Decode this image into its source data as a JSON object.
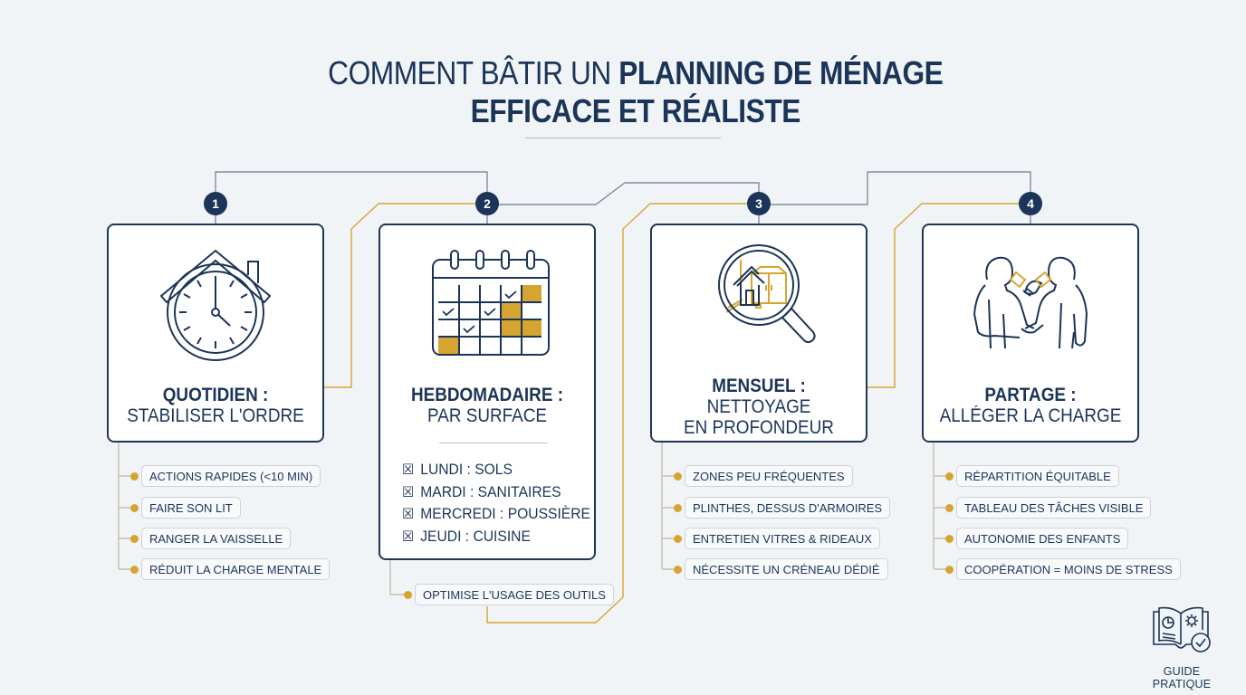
{
  "title": {
    "light": "COMMENT BÂTIR UN ",
    "bold_line1": "PLANNING DE MÉNAGE",
    "bold_line2": "EFFICACE ET RÉALISTE"
  },
  "colors": {
    "navy": "#1b3558",
    "gold": "#d6a531",
    "grey_wire": "#7f8ea0",
    "background": "#f1f4f7"
  },
  "steps": [
    {
      "number": "1",
      "icon": "house-clock-icon",
      "heading": "QUOTIDIEN :",
      "subheading": "STABILISER L'ORDRE",
      "items": [
        "ACTIONS RAPIDES (<10 MIN)",
        "FAIRE SON LIT",
        "RANGER LA VAISSELLE",
        "RÉDUIT LA CHARGE MENTALE"
      ]
    },
    {
      "number": "2",
      "icon": "calendar-checklist-icon",
      "heading": "HEBDOMADAIRE :",
      "subheading": "PAR SURFACE",
      "days": [
        "LUNDI : SOLS",
        "MARDI : SANITAIRES",
        "MERCREDI : POUSSIÈRE",
        "JEUDI : CUISINE"
      ],
      "day_checkbox": "☒",
      "items": [
        "OPTIMISE L'USAGE DES OUTILS"
      ]
    },
    {
      "number": "3",
      "icon": "magnifier-house-icon",
      "heading": "MENSUEL :",
      "subheading": "NETTOYAGE",
      "subheading2": "EN PROFONDEUR",
      "items": [
        "ZONES PEU FRÉQUENTES",
        "PLINTHES, DESSUS D'ARMOIRES",
        "ENTRETIEN VITRES & RIDEAUX",
        "NÉCESSITE UN CRÉNEAU DÉDIÉ"
      ]
    },
    {
      "number": "4",
      "icon": "handshake-icon",
      "heading": "PARTAGE :",
      "subheading": "ALLÉGER LA CHARGE",
      "items": [
        "RÉPARTITION ÉQUITABLE",
        "TABLEAU DES TÂCHES VISIBLE",
        "AUTONOMIE DES ENFANTS",
        "COOPÉRATION = MOINS DE STRESS"
      ]
    }
  ],
  "footer": {
    "icon": "guide-book-icon",
    "label": "GUIDE PRATIQUE"
  }
}
